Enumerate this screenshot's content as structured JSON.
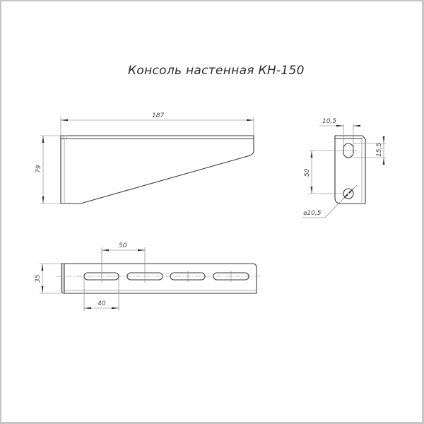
{
  "drawing": {
    "title": "Консоль настенная КН-150",
    "line_color": "#3a3a3a",
    "border_color": "#c6c6c6"
  },
  "front_view": {
    "dimensions": {
      "length": "187",
      "height": "79"
    }
  },
  "side_view": {
    "dimensions": {
      "slot_width": "10,5",
      "slot_length": "15,5",
      "hole_spacing": "50",
      "hole_diameter": "⌀10,5"
    }
  },
  "top_view": {
    "dimensions": {
      "slot_pitch": "50",
      "slot_length": "40",
      "width": "35"
    },
    "slot_count": 4
  }
}
